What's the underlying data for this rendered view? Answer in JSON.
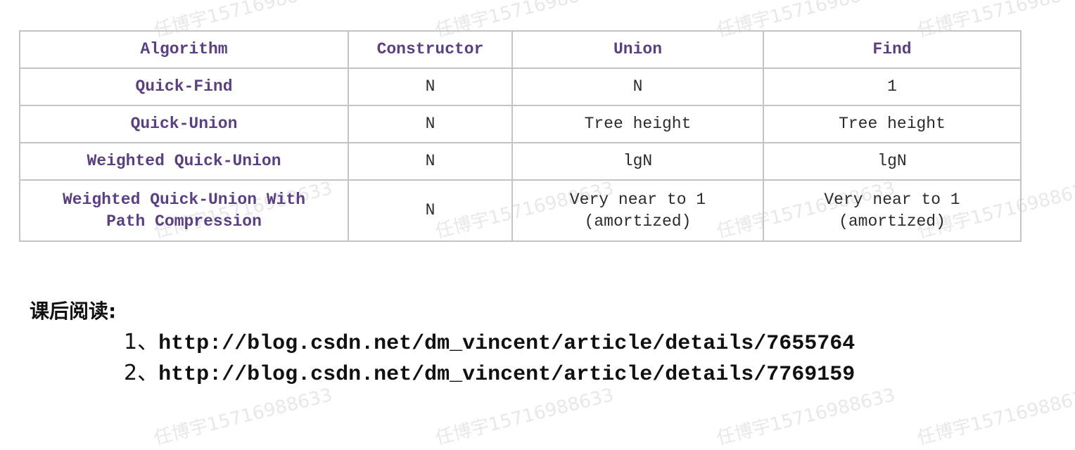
{
  "table": {
    "headers": [
      "Algorithm",
      "Constructor",
      "Union",
      "Find"
    ],
    "rows": [
      {
        "algorithm": "Quick-Find",
        "constructor": "N",
        "union": "N",
        "find": "1"
      },
      {
        "algorithm": "Quick-Union",
        "constructor": "N",
        "union": "Tree height",
        "find": "Tree height"
      },
      {
        "algorithm": "Weighted Quick-Union",
        "constructor": "N",
        "union": "lgN",
        "find": "lgN"
      },
      {
        "algorithm_line1": "Weighted Quick-Union With",
        "algorithm_line2": "Path Compression",
        "constructor": "N",
        "union_line1": "Very near to 1",
        "union_line2": "(amortized)",
        "find_line1": "Very near to 1",
        "find_line2": "(amortized)"
      }
    ]
  },
  "reading": {
    "title": "课后阅读:",
    "links": [
      {
        "number": "1、",
        "url": "http://blog.csdn.net/dm_vincent/article/details/7655764"
      },
      {
        "number": "2、",
        "url": "http://blog.csdn.net/dm_vincent/article/details/7769159"
      }
    ]
  },
  "watermark": "任博宇15716988633"
}
